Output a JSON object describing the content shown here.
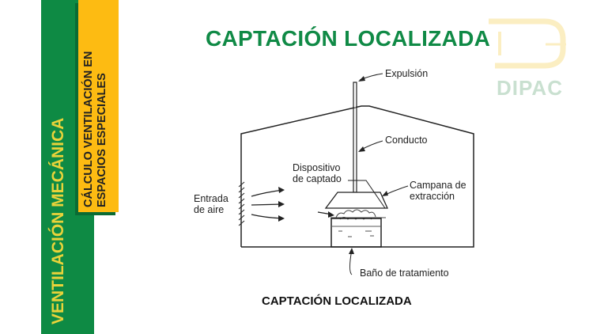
{
  "sidebar": {
    "section_title": "VENTILACIÓN MECÁNICA",
    "subsection_line1": "CÁLCULO VENTILACIÓN EN",
    "subsection_line2": "ESPACIOS ESPECIALES"
  },
  "header": {
    "title": "CAPTACIÓN LOCALIZADA"
  },
  "logo": {
    "text": "DIPAC"
  },
  "diagram": {
    "labels": {
      "expulsion": "Expulsión",
      "conducto": "Conducto",
      "dispositivo_1": "Dispositivo",
      "dispositivo_2": "de captado",
      "campana_1": "Campana de",
      "campana_2": "extracción",
      "entrada_1": "Entrada",
      "entrada_2": "de aire",
      "bano": "Baño de tratamiento"
    },
    "caption": "CAPTACIÓN LOCALIZADA"
  },
  "colors": {
    "green": "#0e8a44",
    "yellow": "#fdbb12",
    "title_green": "#108a46"
  }
}
